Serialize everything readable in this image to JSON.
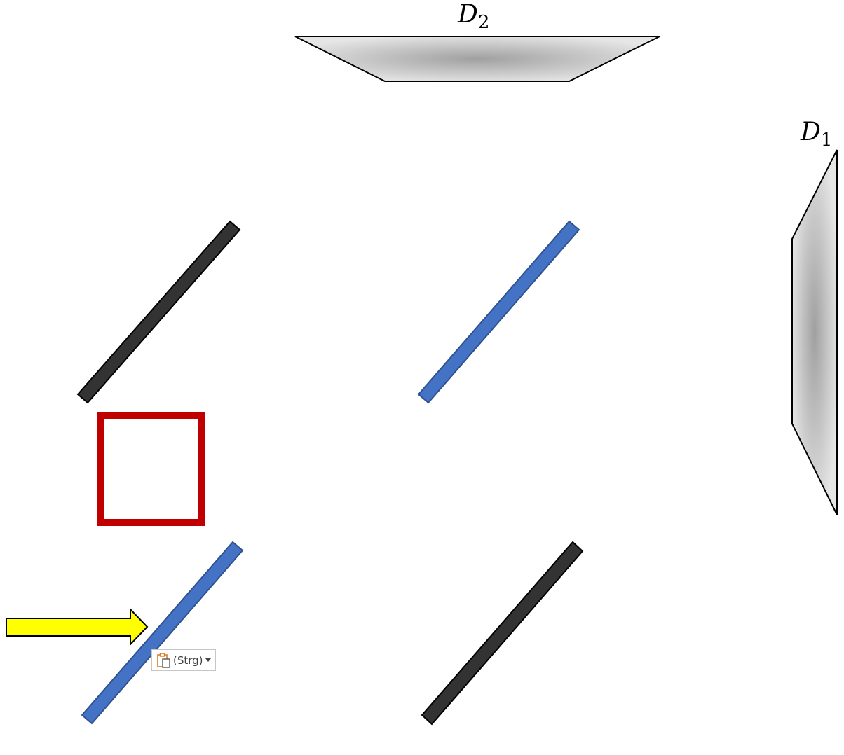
{
  "labels": {
    "d2": {
      "main": "D",
      "sub": "2"
    },
    "d1": {
      "main": "D",
      "sub": "1"
    }
  },
  "paste_options": {
    "label": "(Strg)",
    "icon": "clipboard-paste-icon"
  },
  "colors": {
    "mirror": "#333333",
    "beam_splitter": "#4472c4",
    "beam_splitter_stroke": "#2f528f",
    "selection_box": "#c00000",
    "input_arrow": "#ffff00",
    "detector_center": "#a0a0a0",
    "detector_edge": "#e6e6e6"
  }
}
